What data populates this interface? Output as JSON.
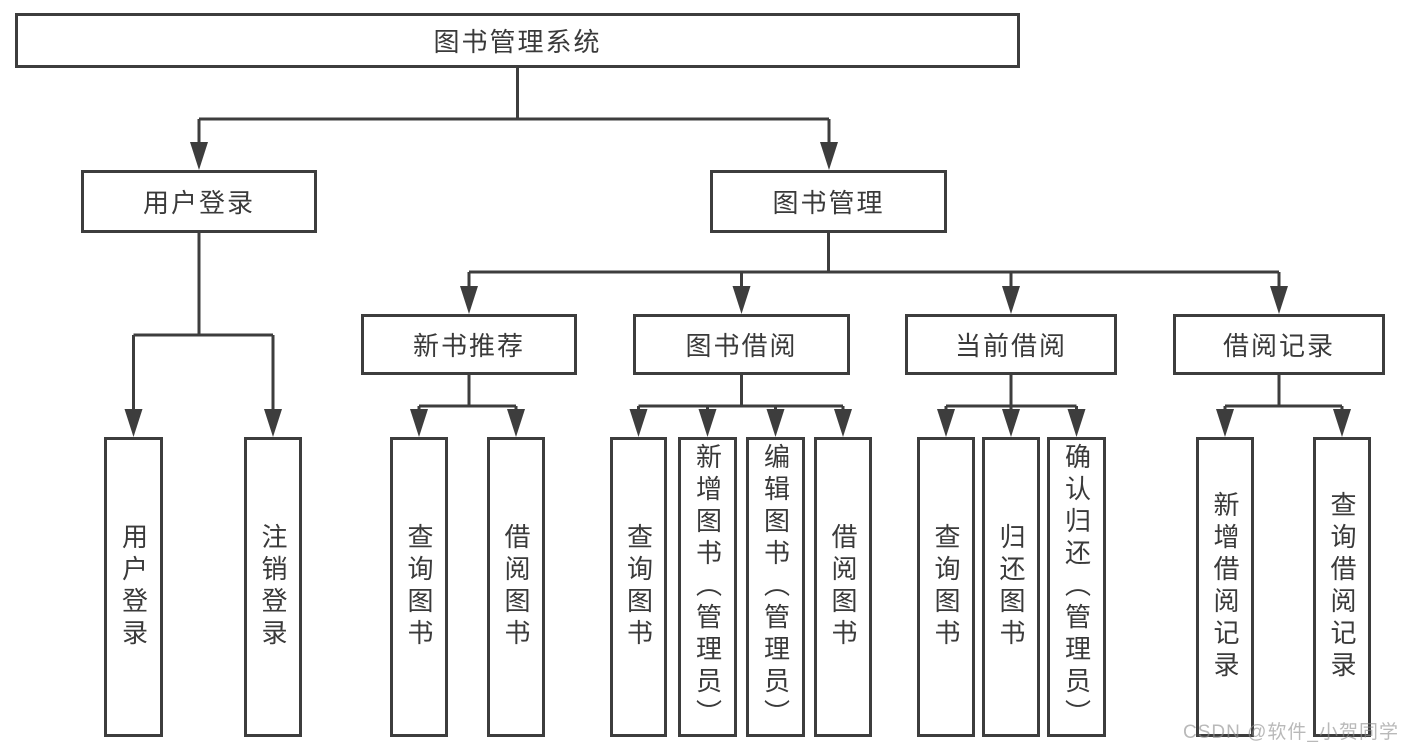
{
  "diagram": {
    "type": "hierarchy-diagram",
    "colors": {
      "line": "#3d3d3d",
      "box_border": "#3d3d3d",
      "text": "#3a3a3a",
      "background": "#ffffff",
      "watermark_text": "#8f8f8f"
    },
    "root": {
      "label": "图书管理系统",
      "children": [
        {
          "label": "用户登录",
          "children": [
            {
              "label": "用户登录"
            },
            {
              "label": "注销登录"
            }
          ]
        },
        {
          "label": "图书管理",
          "children": [
            {
              "label": "新书推荐",
              "children": [
                {
                  "label": "查询图书"
                },
                {
                  "label": "借阅图书"
                }
              ]
            },
            {
              "label": "图书借阅",
              "children": [
                {
                  "label": "查询图书"
                },
                {
                  "label": "新增图书（管理员）"
                },
                {
                  "label": "编辑图书（管理员）"
                },
                {
                  "label": "借阅图书"
                }
              ]
            },
            {
              "label": "当前借阅",
              "children": [
                {
                  "label": "查询图书"
                },
                {
                  "label": "归还图书"
                },
                {
                  "label": "确认归还（管理员）"
                }
              ]
            },
            {
              "label": "借阅记录",
              "children": [
                {
                  "label": "新增借阅记录"
                },
                {
                  "label": "查询借阅记录"
                }
              ]
            }
          ]
        }
      ]
    },
    "watermark": "CSDN @软件_小贺同学"
  }
}
